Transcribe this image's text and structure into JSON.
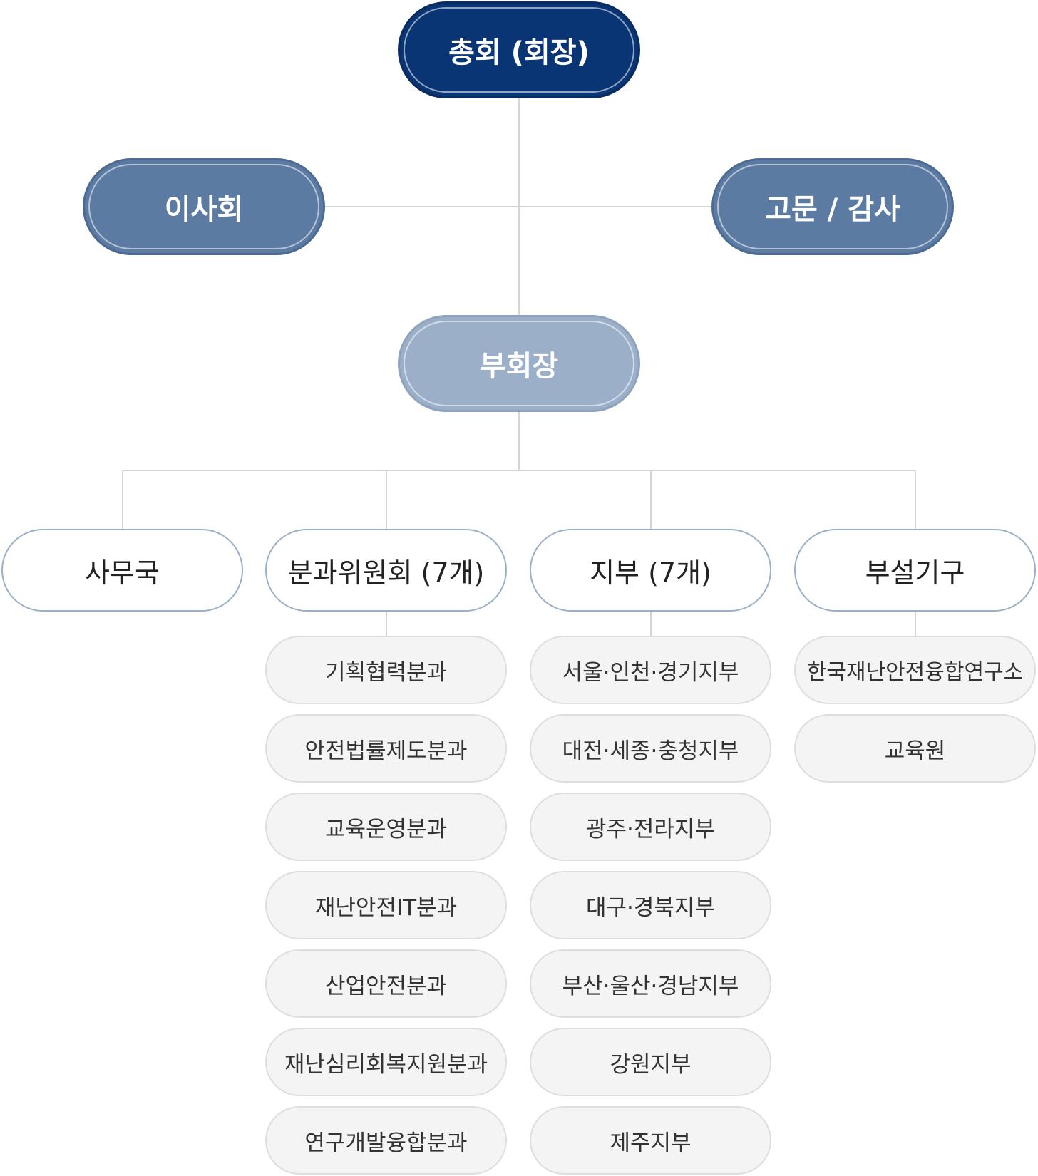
{
  "top": {
    "assembly": "총회 (회장)",
    "board": "이사회",
    "advisor": "고문 / 감사",
    "vice": "부회장"
  },
  "categories": [
    {
      "label": "사무국",
      "items": []
    },
    {
      "label": "분과위원회 (7개)",
      "items": [
        "기획협력분과",
        "안전법률제도분과",
        "교육운영분과",
        "재난안전IT분과",
        "산업안전분과",
        "재난심리회복지원분과",
        "연구개발융합분과"
      ]
    },
    {
      "label": "지부 (7개)",
      "items": [
        "서울·인천·경기지부",
        "대전·세종·충청지부",
        "광주·전라지부",
        "대구·경북지부",
        "부산·울산·경남지부",
        "강원지부",
        "제주지부"
      ]
    },
    {
      "label": "부설기구",
      "items": [
        "한국재난안전융합연구소",
        "교육원"
      ]
    }
  ],
  "colors": {
    "dark": "#0a3575",
    "mid": "#5c7ba3",
    "light": "#9cafc8",
    "line": "#d4d4d4",
    "category_border": "#9aafc8",
    "sub_bg": "#f4f4f4"
  }
}
